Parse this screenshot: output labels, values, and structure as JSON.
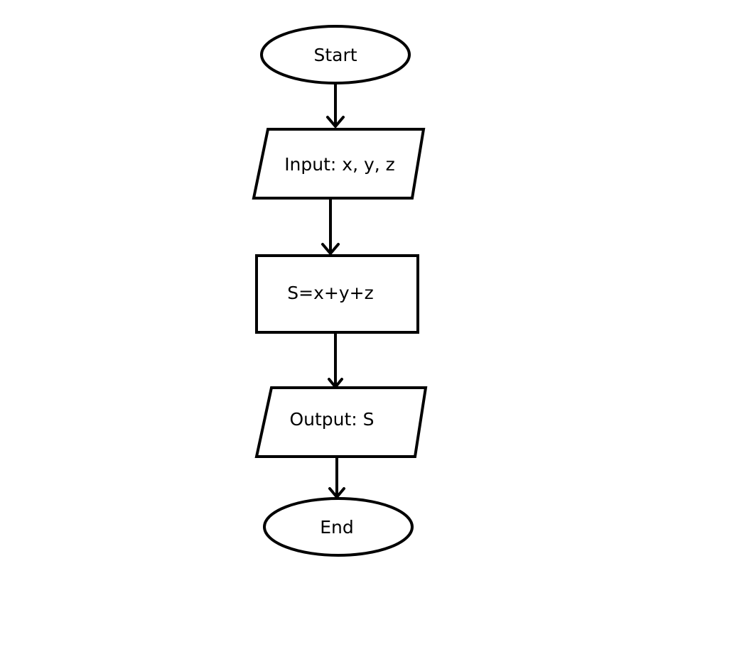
{
  "flowchart": {
    "start": "Start",
    "input": "Input: x, y, z",
    "process": "S=x+y+z",
    "output": "Output: S",
    "end": "End"
  }
}
